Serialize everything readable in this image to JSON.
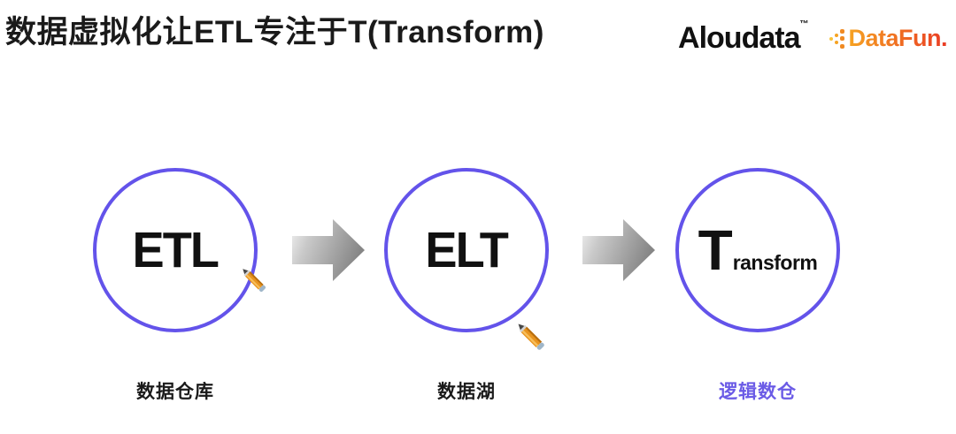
{
  "slide": {
    "title": "数据虚拟化让ETL专注于T(Transform)"
  },
  "logos": {
    "aloudata": {
      "text": "Aloudata",
      "trademark": "™"
    },
    "datafun": {
      "text": "DataFun."
    }
  },
  "stages": [
    {
      "name": "ETL",
      "caption": "数据仓库",
      "has_pencil": true
    },
    {
      "name": "ELT",
      "caption": "数据湖",
      "has_pencil": true
    },
    {
      "name_big": "T",
      "name_small": "ransform",
      "caption": "逻辑数仓",
      "has_pencil": false
    }
  ],
  "icons": {
    "pencil": "pencil-icon",
    "arrow": "arrow-right-icon",
    "datafun_mark": "datafun-dots-icon"
  },
  "colors": {
    "circle_border": "#6353ea",
    "accent_caption": "#6b5be6",
    "text": "#1a1a1a",
    "arrow_gradient_start": "#ededed",
    "arrow_gradient_end": "#8c8c8c",
    "datafun_gradient_start": "#f6a323",
    "datafun_gradient_end": "#ea3b24",
    "pencil_body": "#e8941f"
  }
}
